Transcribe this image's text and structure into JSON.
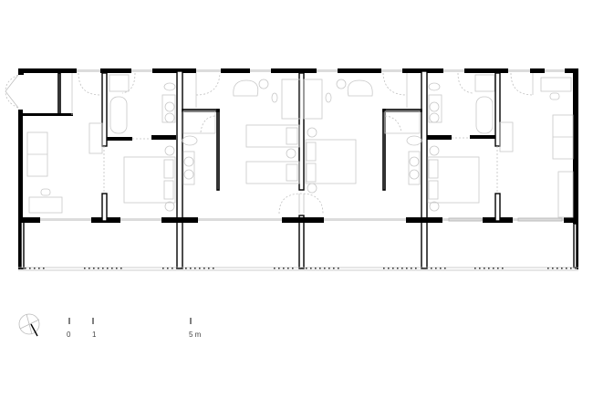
{
  "drawing": {
    "type": "architectural floor plan",
    "units_count": 4,
    "colors": {
      "wall": "#000000",
      "window": "#dcdcdc",
      "furniture": "#c8c8c8",
      "background": "#ffffff"
    }
  },
  "scale_bar": {
    "labels": [
      "0",
      "1",
      "5 m"
    ],
    "tick_0": "0",
    "tick_1": "1",
    "tick_5": "5 m"
  },
  "north_arrow": {
    "icon": "compass-north-arrow"
  },
  "rooms": [
    {
      "name": "unit-1-living",
      "furniture": [
        "sofa",
        "desk",
        "chair",
        "wardrobe"
      ]
    },
    {
      "name": "unit-1-bedroom",
      "furniture": [
        "double-bed",
        "nightstands",
        "bathtub",
        "washbasins",
        "toilet"
      ]
    },
    {
      "name": "unit-2",
      "furniture": [
        "twin-beds",
        "armchair",
        "side-table",
        "desk",
        "shower",
        "washbasins",
        "toilet"
      ]
    },
    {
      "name": "unit-3",
      "furniture": [
        "double-bed",
        "armchair",
        "side-table",
        "desk",
        "shower",
        "washbasins",
        "toilet"
      ]
    },
    {
      "name": "unit-4-bedroom",
      "furniture": [
        "double-bed",
        "nightstands",
        "bathtub",
        "washbasins",
        "toilet"
      ]
    },
    {
      "name": "unit-4-living",
      "furniture": [
        "sofa",
        "desk",
        "chair",
        "wardrobe"
      ]
    },
    {
      "name": "balconies",
      "count": 4
    }
  ]
}
